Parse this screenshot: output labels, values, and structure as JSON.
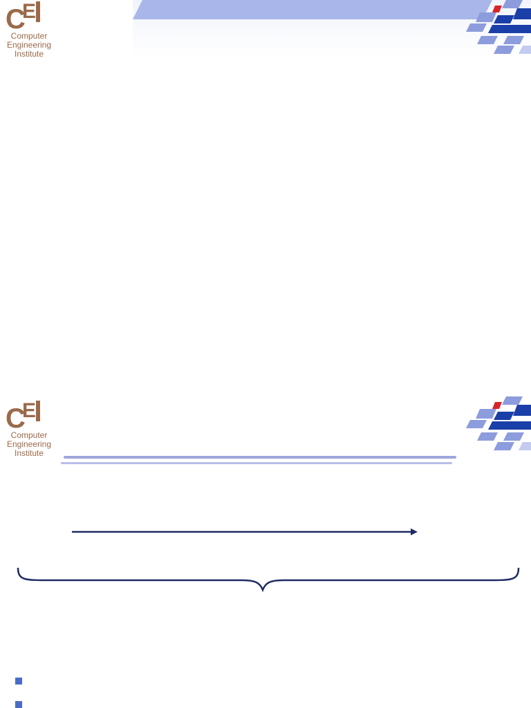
{
  "logo": {
    "letters": {
      "c": "C",
      "e": "E"
    },
    "lines": [
      "Computer",
      "Engineering",
      "Institute"
    ],
    "color": "#9a6a4a"
  },
  "colors": {
    "header_band": "#a8b6ea",
    "rule_primary": "#9fa6dc",
    "rule_secondary": "#b9bee8",
    "arrow": "#1f2a66",
    "brace": "#1f2a66",
    "bullet": "#4a6bc8",
    "checker_dark": "#1b3fa8",
    "checker_light": "#8c9cdc",
    "checker_accent": "#d8232a"
  },
  "bottom_slide": {
    "bullets": [
      "",
      ""
    ]
  }
}
